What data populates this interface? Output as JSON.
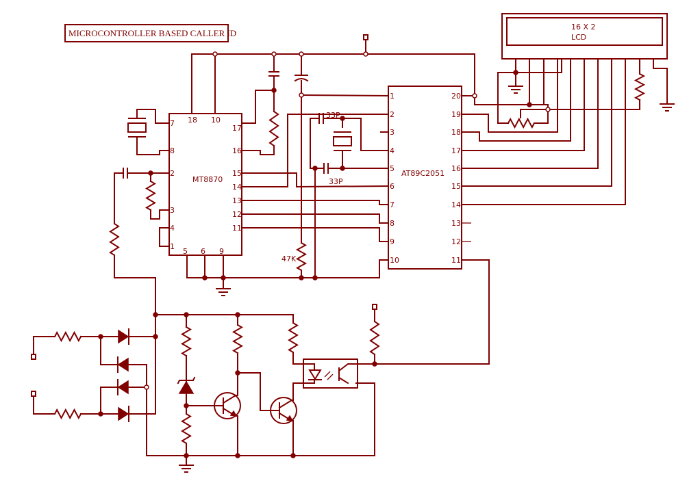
{
  "title": "MICROCONTROLLER BASED CALLER ID",
  "color": "#800000",
  "lcd": {
    "line1": "16 X 2",
    "line2": "LCD"
  },
  "mt8870": {
    "name": "MT8870",
    "top_pins": [
      "18",
      "10"
    ],
    "left_pins": [
      "7",
      "8",
      "2",
      "3",
      "4",
      "1"
    ],
    "right_pins": [
      "17",
      "16",
      "15",
      "14",
      "13",
      "12",
      "11"
    ],
    "bottom_pins": [
      "5",
      "6",
      "9"
    ]
  },
  "at89c2051": {
    "name": "AT89C2051",
    "left_pins": [
      "1",
      "2",
      "3",
      "4",
      "5",
      "6",
      "7",
      "8",
      "9",
      "10"
    ],
    "right_pins": [
      "20",
      "19",
      "18",
      "17",
      "16",
      "15",
      "14",
      "13",
      "12",
      "11"
    ]
  },
  "labels": {
    "cap_upper": "33P",
    "cap_lower": "33P",
    "resistor_47k": "47K"
  }
}
